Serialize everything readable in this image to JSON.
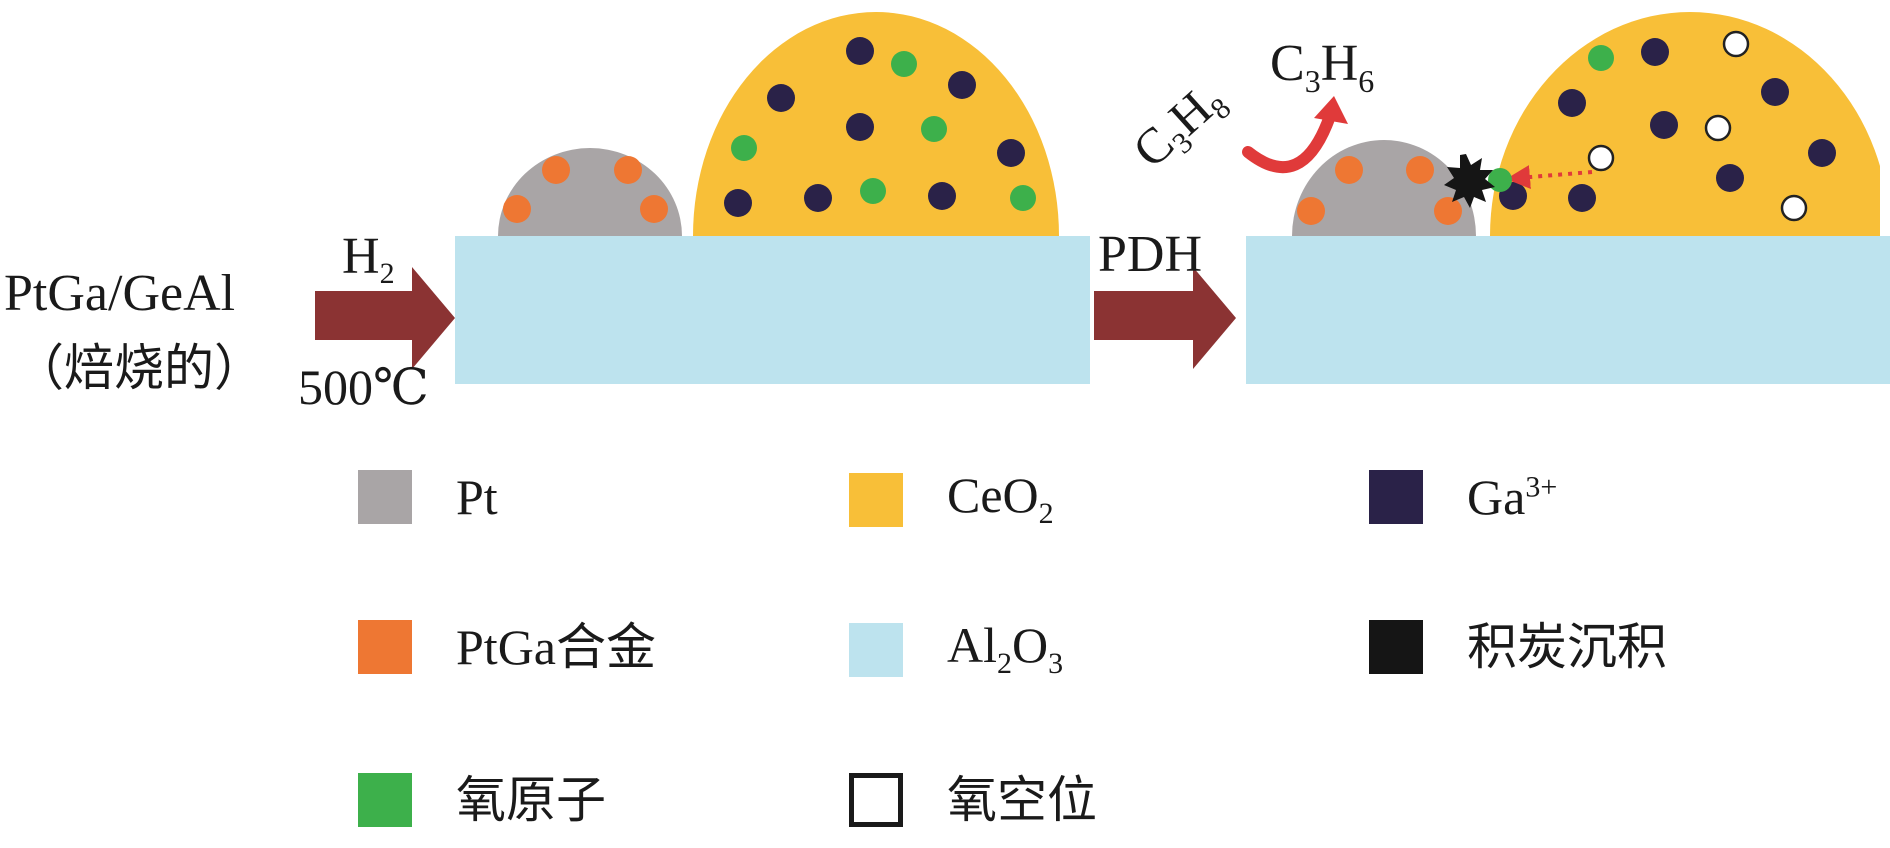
{
  "stages": {
    "precursor": {
      "line1": "PtGa/GeAl",
      "line2": "（焙烧的）"
    },
    "step1": {
      "gas": "H",
      "gas_sub": "2",
      "temperature": "500℃"
    },
    "step2": {
      "label": "PDH"
    },
    "reaction": {
      "reactant": {
        "a": "C",
        "a_sub": "3",
        "b": "H",
        "b_sub": "8"
      },
      "product": {
        "a": "C",
        "a_sub": "3",
        "b": "H",
        "b_sub": "6"
      }
    }
  },
  "legend": [
    {
      "id": "pt",
      "label": "Pt",
      "sub": "",
      "sup": "",
      "tail": "",
      "color": "#a9a5a6",
      "outline": false
    },
    {
      "id": "ceo2",
      "label": "CeO",
      "sub": "2",
      "sup": "",
      "tail": "",
      "color": "#f8bf38",
      "outline": false
    },
    {
      "id": "ga3",
      "label": "Ga",
      "sub": "",
      "sup": "3+",
      "tail": "",
      "color": "#2a2248",
      "outline": false
    },
    {
      "id": "ptga",
      "label": "PtGa合金",
      "sub": "",
      "sup": "",
      "tail": "",
      "color": "#ee7733",
      "outline": false
    },
    {
      "id": "al2o3",
      "label": "Al",
      "sub": "2",
      "sup": "",
      "tail": "O",
      "tail_sub": "3",
      "color": "#bde3ee",
      "outline": false
    },
    {
      "id": "coke",
      "label": "积炭沉积",
      "sub": "",
      "sup": "",
      "tail": "",
      "color": "#151515",
      "outline": false
    },
    {
      "id": "oxygen",
      "label": "氧原子",
      "sub": "",
      "sup": "",
      "tail": "",
      "color": "#3db04b",
      "outline": false
    },
    {
      "id": "vacancy",
      "label": "氧空位",
      "sub": "",
      "sup": "",
      "tail": "",
      "color": "#ffffff",
      "outline": true
    }
  ],
  "colors": {
    "support": "#bde3ee",
    "pt": "#a9a5a6",
    "ceo2": "#f8bf38",
    "ptga": "#ee7733",
    "ga3": "#2a2248",
    "oxygen": "#3db04b",
    "coke": "#151515",
    "arrow": "#8b3333",
    "reaction_arrow": "#e03a3a"
  }
}
